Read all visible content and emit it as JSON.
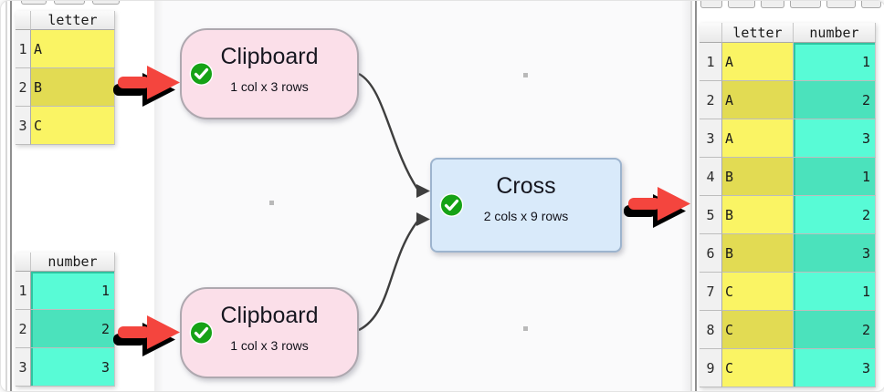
{
  "left_panel": {
    "letter_table": {
      "headers": [
        "letter"
      ],
      "rows": [
        {
          "n": "1",
          "cells": [
            "A"
          ]
        },
        {
          "n": "2",
          "cells": [
            "B"
          ]
        },
        {
          "n": "3",
          "cells": [
            "C"
          ]
        }
      ]
    },
    "number_table": {
      "headers": [
        "number"
      ],
      "rows": [
        {
          "n": "1",
          "cells": [
            "1"
          ]
        },
        {
          "n": "2",
          "cells": [
            "2"
          ]
        },
        {
          "n": "3",
          "cells": [
            "3"
          ]
        }
      ]
    }
  },
  "canvas": {
    "nodes": {
      "clipboard_top": {
        "title": "Clipboard",
        "subtitle": "1 col x 3 rows",
        "status": "ok"
      },
      "cross": {
        "title": "Cross",
        "subtitle": "2 cols x 9 rows",
        "status": "ok"
      },
      "clipboard_bottom": {
        "title": "Clipboard",
        "subtitle": "1 col x 3 rows",
        "status": "ok"
      }
    }
  },
  "right_panel": {
    "output_table": {
      "headers": [
        "letter",
        "number"
      ],
      "rows": [
        {
          "n": "1",
          "cells": [
            "A",
            "1"
          ]
        },
        {
          "n": "2",
          "cells": [
            "A",
            "2"
          ]
        },
        {
          "n": "3",
          "cells": [
            "A",
            "3"
          ]
        },
        {
          "n": "4",
          "cells": [
            "B",
            "1"
          ]
        },
        {
          "n": "5",
          "cells": [
            "B",
            "2"
          ]
        },
        {
          "n": "6",
          "cells": [
            "B",
            "3"
          ]
        },
        {
          "n": "7",
          "cells": [
            "C",
            "1"
          ]
        },
        {
          "n": "8",
          "cells": [
            "C",
            "2"
          ]
        },
        {
          "n": "9",
          "cells": [
            "C",
            "3"
          ]
        }
      ]
    }
  },
  "colors": {
    "yellow_cell": "#FAF464",
    "yellow_cell_alt": "#E2DB53",
    "teal_cell": "#58FBD6",
    "teal_cell_alt": "#4BE2BC",
    "clipboard_node_fill": "#FBDFE9",
    "cross_node_fill": "#D9EAFA",
    "status_ok_green": "#16A216",
    "arrow_red": "#F4453E",
    "connector_gray": "#3E3E3E"
  }
}
